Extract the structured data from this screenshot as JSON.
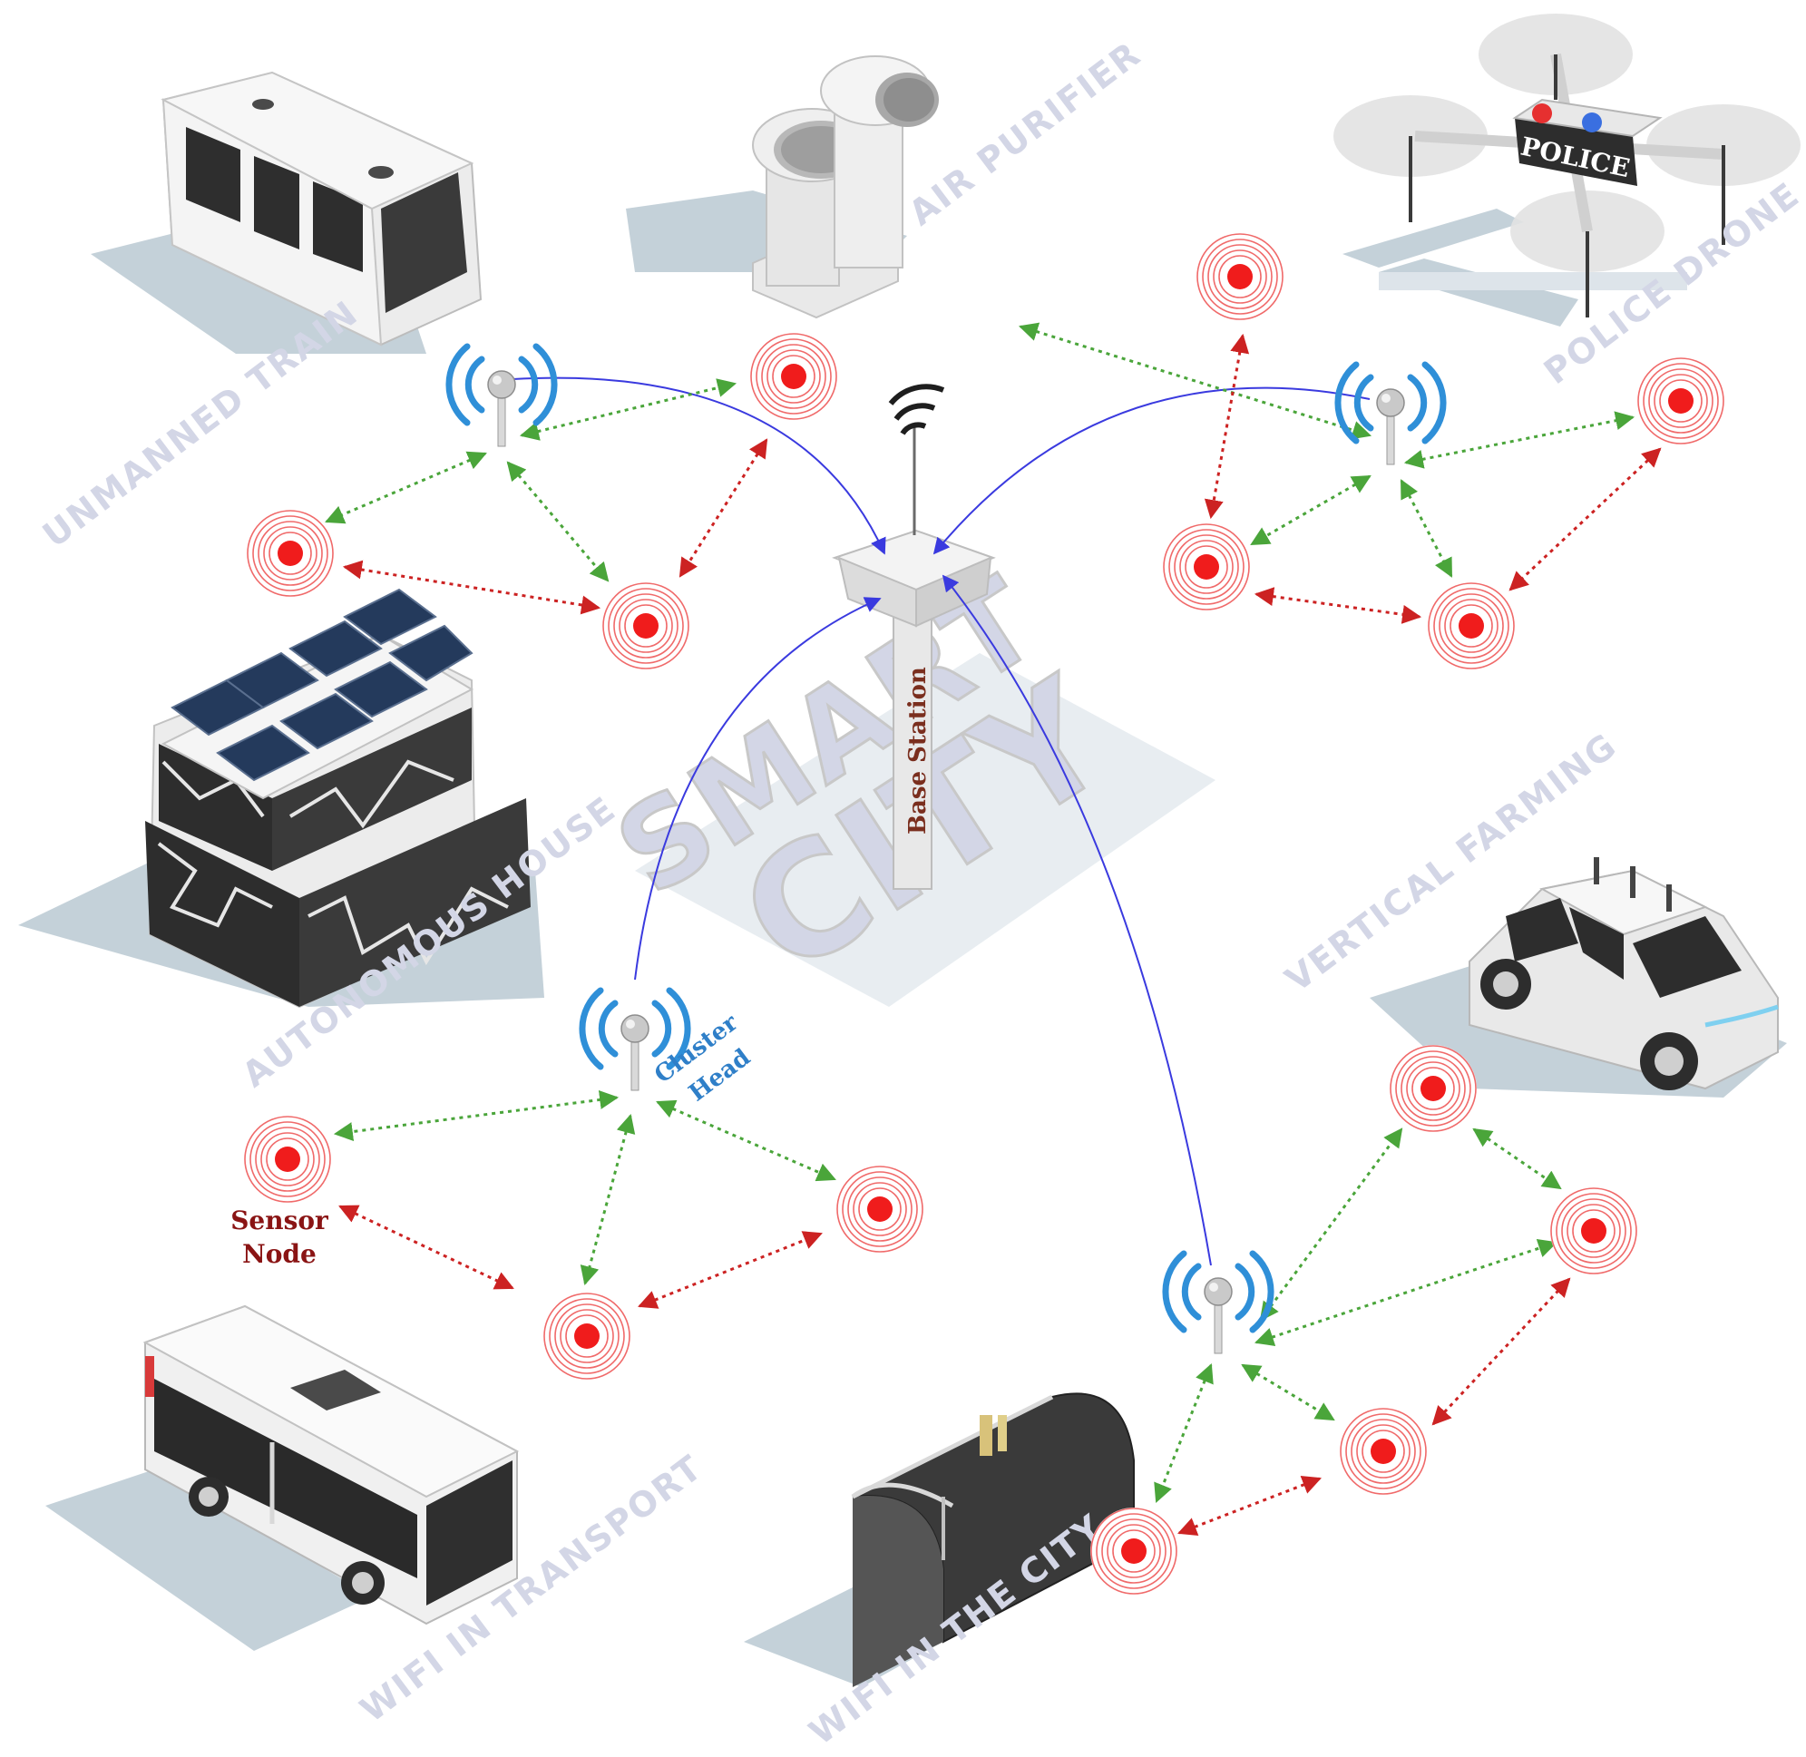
{
  "center": {
    "smart_text": "SMART",
    "city_text": "CITY",
    "base_station_label": "Base Station"
  },
  "annotations": {
    "cluster_head_line1": "Cluster",
    "cluster_head_line2": "Head",
    "sensor_node_line1": "Sensor",
    "sensor_node_line2": "Node"
  },
  "domains": {
    "unmanned_train": "UNMANNED TRAIN",
    "air_purifier": "AIR PURIFIER",
    "police_drone": "POLICE DRONE",
    "autonomous_house": "AUTONOMOUS HOUSE",
    "vertical_farming": "VERTICAL FARMING",
    "wifi_in_transport": "WIFI IN TRANSPORT",
    "wifi_in_the_city": "WIFI IN THE CITY"
  },
  "drone_badge": "POLICE",
  "colors": {
    "cluster_to_base_link": "#3a3adf",
    "cluster_to_sensor_link": "#4aa53a",
    "sensor_to_sensor_link": "#cc2222",
    "sensor_core": "#f01c1c",
    "antenna_waves": "#2f8fd8",
    "label_gray": "#d3d6e6",
    "annotation_blue": "#2f7fc8",
    "annotation_red": "#8a1414"
  },
  "icons": {
    "cluster_head": "antenna-icon",
    "sensor_node": "sensor-target-icon",
    "base_station": "tower-icon"
  }
}
